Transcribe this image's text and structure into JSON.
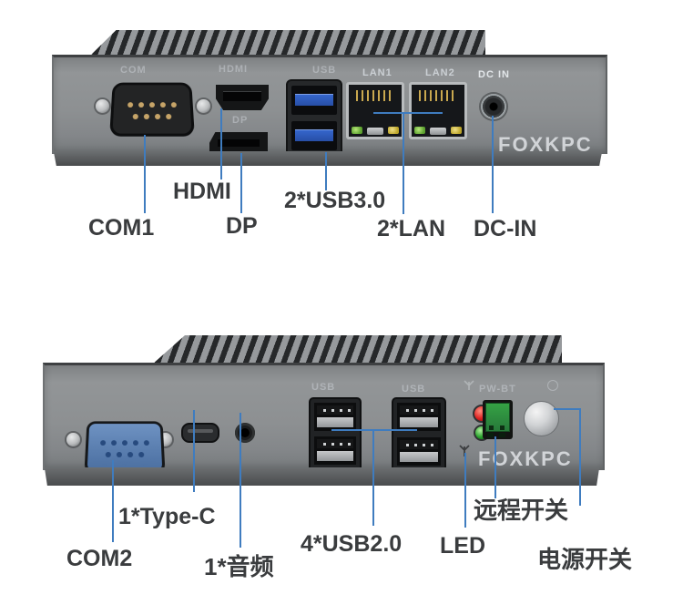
{
  "accent": "#3f7cbf",
  "top_panel": {
    "brand": "FOXKPC",
    "prints": {
      "com": "COM",
      "hdmi": "HDMI",
      "dp": "DP",
      "usb": "USB",
      "lan1": "LAN1",
      "lan2": "LAN2",
      "dc_in": "DC IN"
    },
    "labels": {
      "com1": "COM1",
      "hdmi": "HDMI",
      "dp": "DP",
      "usb3": "2*USB3.0",
      "lan": "2*LAN",
      "dc_in": "DC-IN"
    }
  },
  "bottom_panel": {
    "brand": "FOXKPC",
    "prints": {
      "usb_left": "USB",
      "usb_right": "USB",
      "pw_bt": "PW-BT"
    },
    "labels": {
      "com2": "COM2",
      "type_c": "1*Type-C",
      "audio": "1*音频",
      "usb2": "4*USB2.0",
      "led": "LED",
      "remote": "远程开关",
      "power": "电源开关"
    }
  }
}
